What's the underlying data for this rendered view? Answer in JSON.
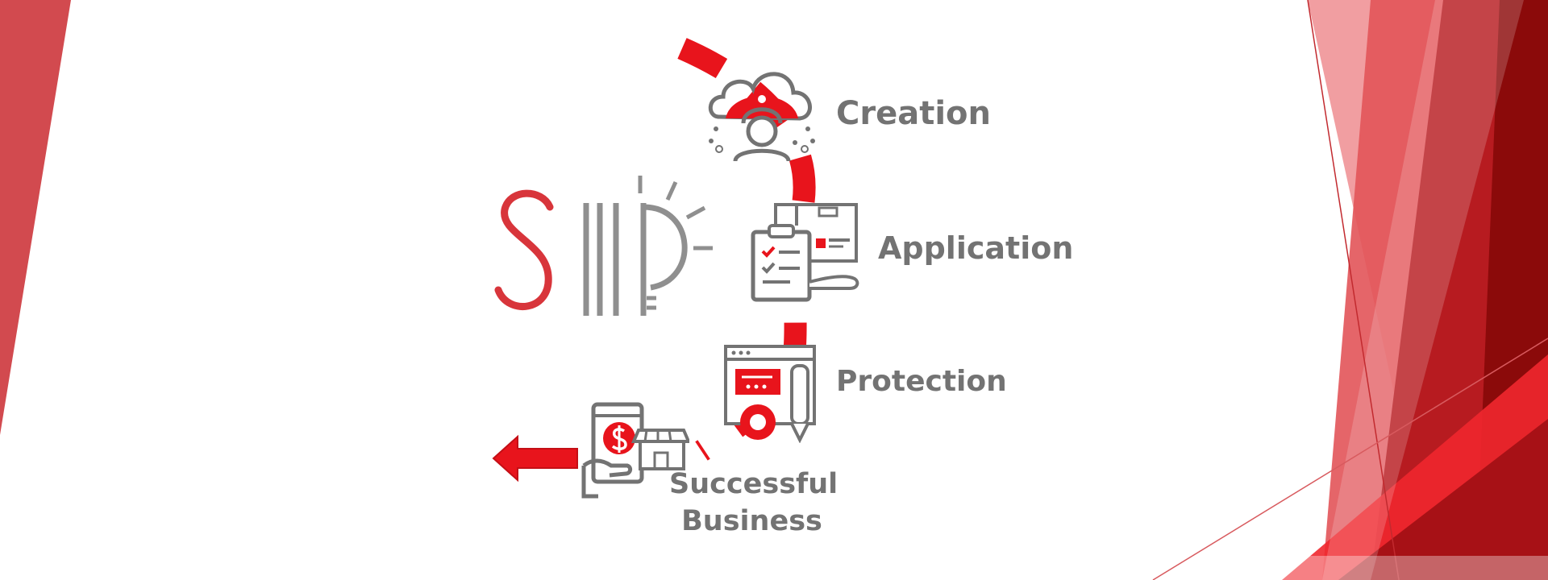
{
  "colors": {
    "accent": "#e8141c",
    "accent_light": "#f06a6e",
    "dark_red": "#8b0a0a",
    "gray": "#737373",
    "background": "#ffffff"
  },
  "logo": {
    "text": "SIP",
    "icon": "lightbulb-icon"
  },
  "steps": [
    {
      "label": "Creation",
      "icon": "cloud-inventor-icon"
    },
    {
      "label": "Application",
      "icon": "clipboard-package-icon"
    },
    {
      "label": "Protection",
      "icon": "browser-gear-pencil-icon"
    },
    {
      "label": "Successful\nBusiness",
      "icon": "mobile-store-dollar-icon"
    }
  ],
  "arrow": {
    "icon": "arrow-left-icon"
  }
}
